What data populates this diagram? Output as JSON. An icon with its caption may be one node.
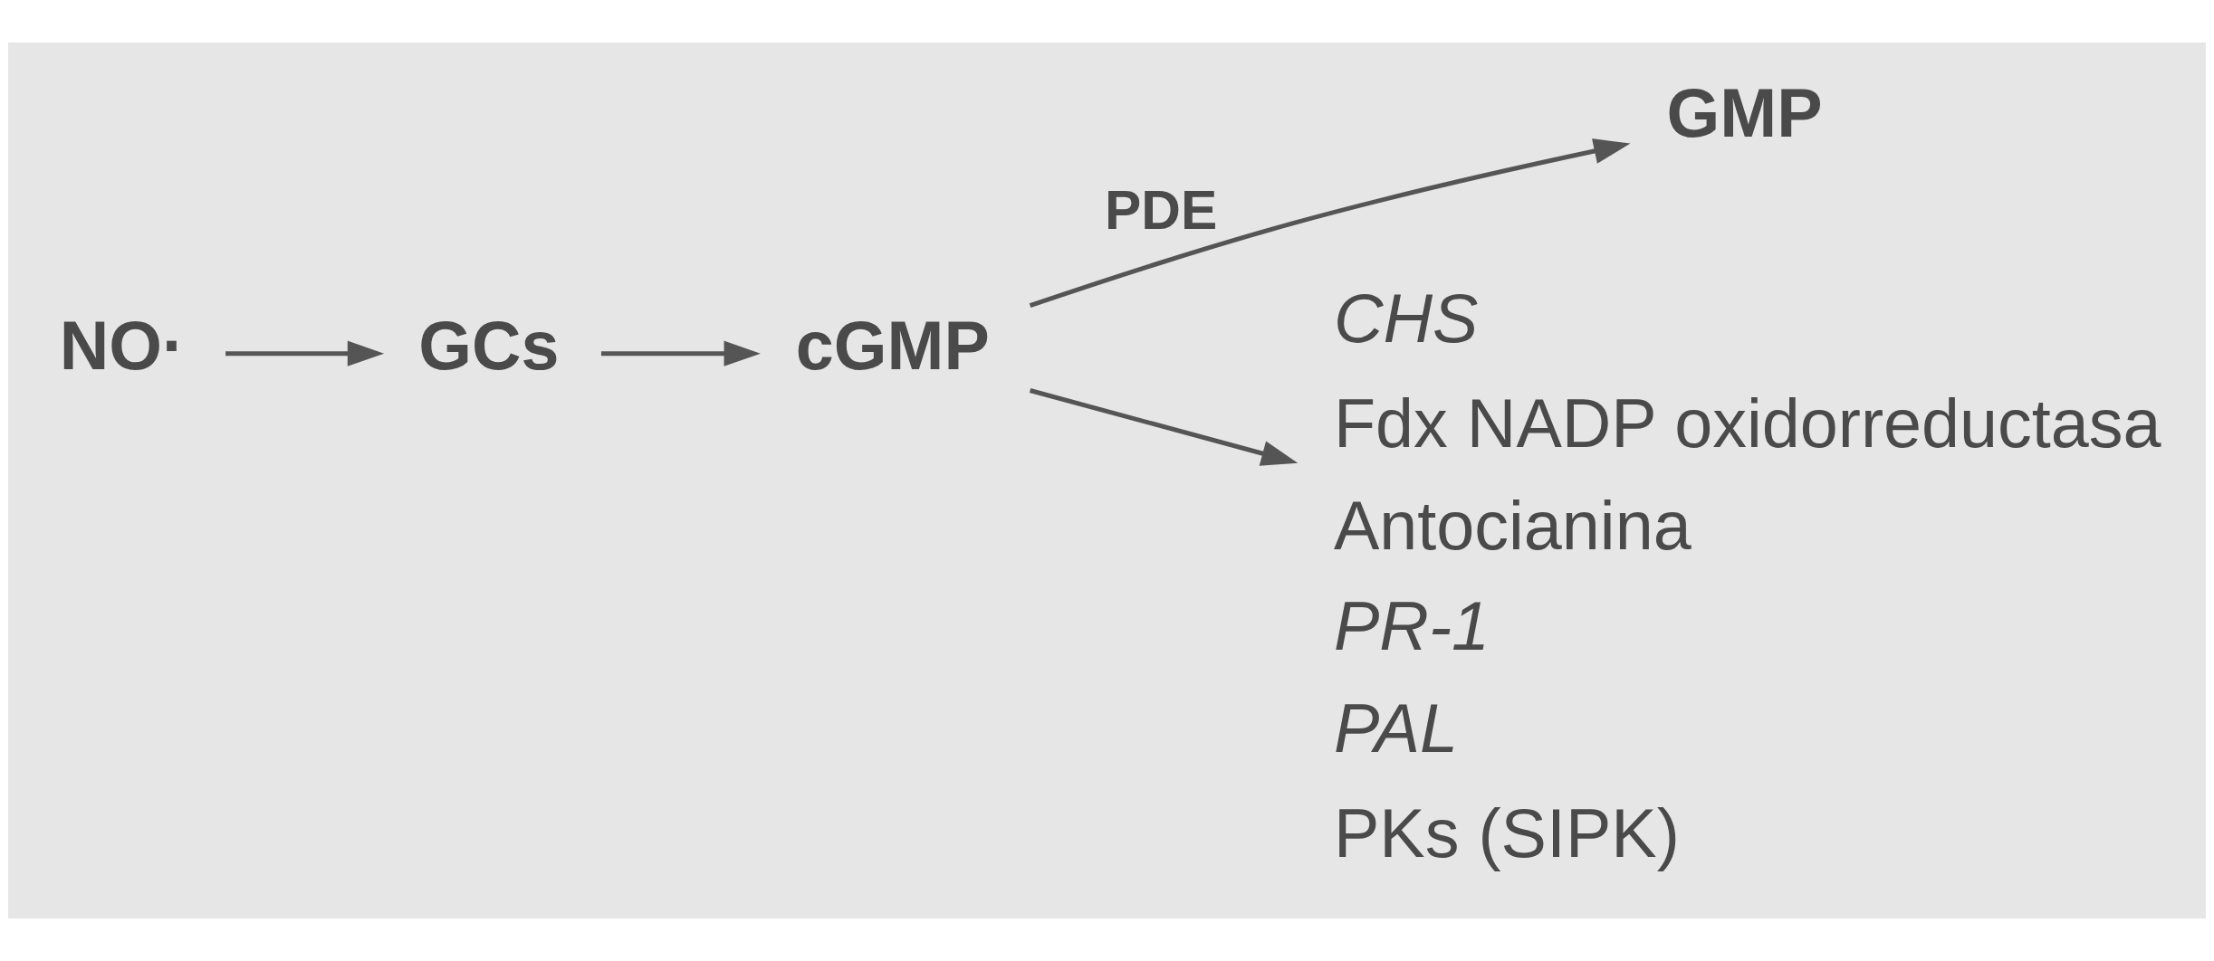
{
  "diagram": {
    "nodes": [
      {
        "text": [
          "NO·"
        ]
      },
      {
        "text": [
          "GCs"
        ]
      },
      {
        "text": [
          "cGMP"
        ]
      },
      {
        "text": [
          "GMP"
        ]
      },
      {
        "text": [
          "CHS",
          "Fdx NADP oxidorreductasa",
          "Antocianina",
          "PR-1",
          "PAL",
          "PKs (SIPK)"
        ]
      }
    ],
    "edges": [
      {
        "from": 0,
        "to": 1,
        "arrow": "to"
      },
      {
        "from": 1,
        "to": 2,
        "arrow": "to"
      },
      {
        "from": 2,
        "to": 3,
        "arrow": "to",
        "label": "PDE"
      },
      {
        "from": 2,
        "to": 4,
        "arrow": "to"
      }
    ]
  }
}
